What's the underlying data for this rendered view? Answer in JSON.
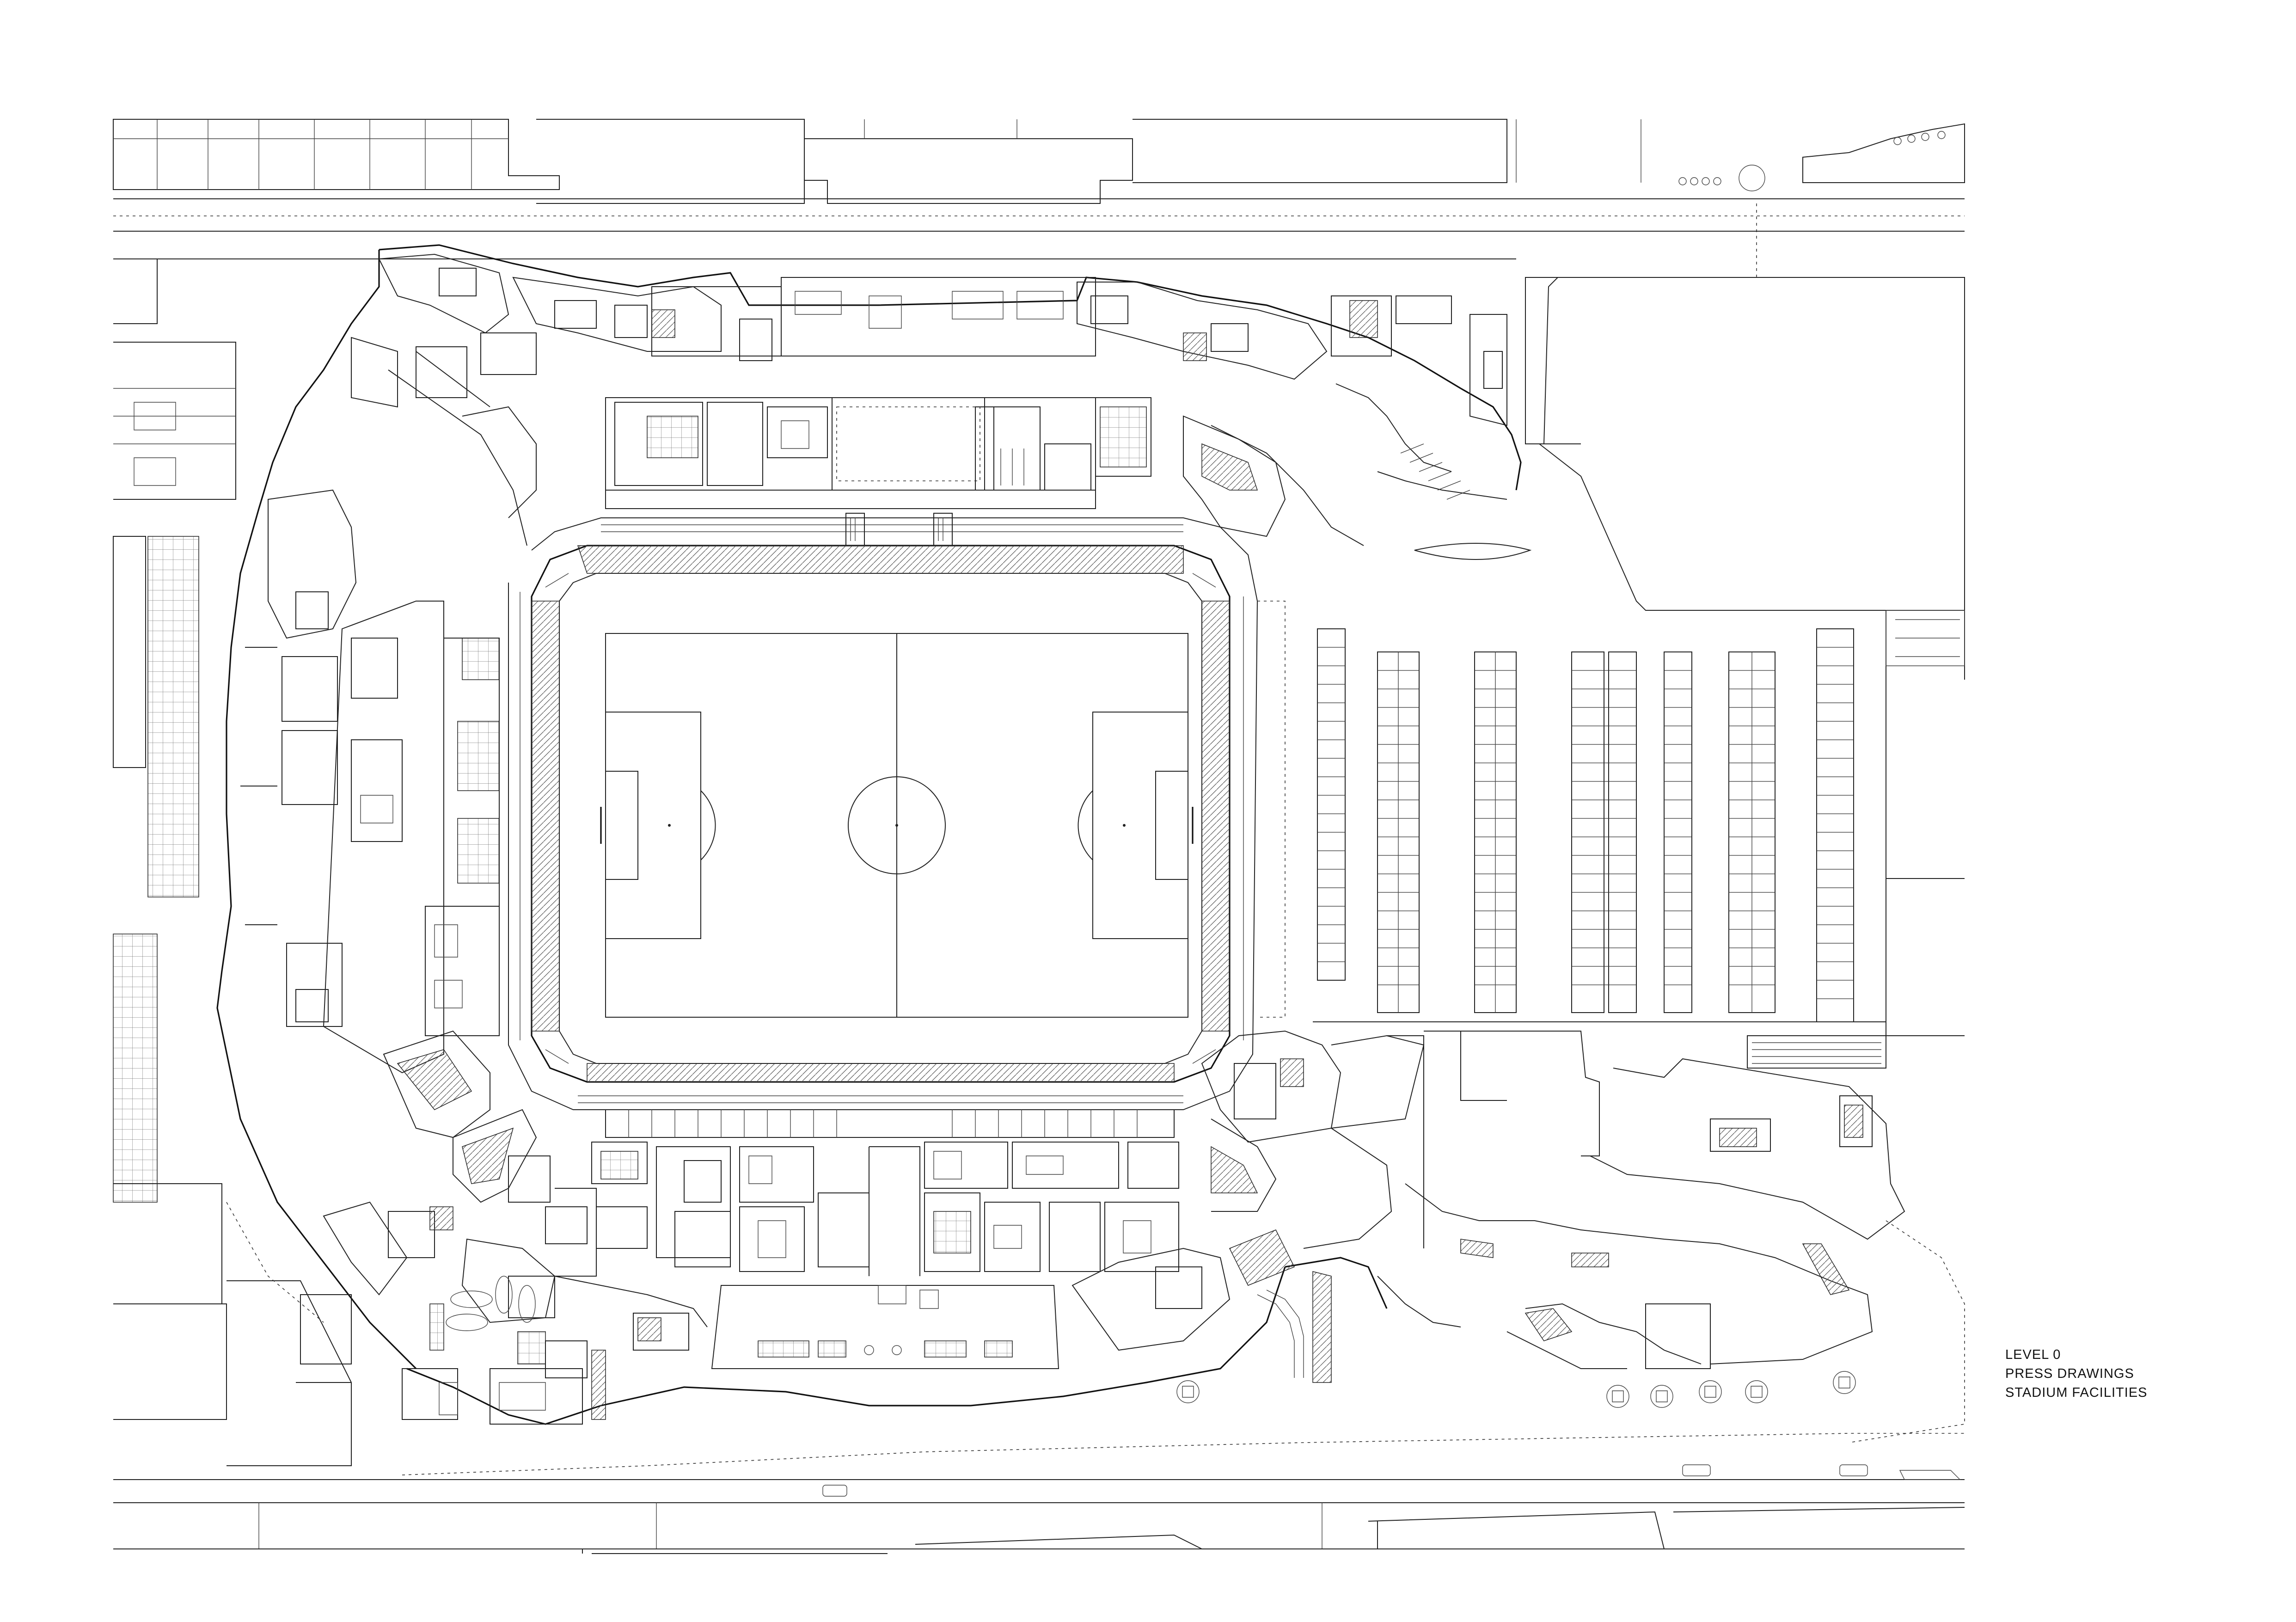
{
  "drawing": {
    "level_label": "LEVEL 0",
    "series_label": "PRESS DRAWINGS",
    "subject_label": "STADIUM FACILITIES"
  }
}
